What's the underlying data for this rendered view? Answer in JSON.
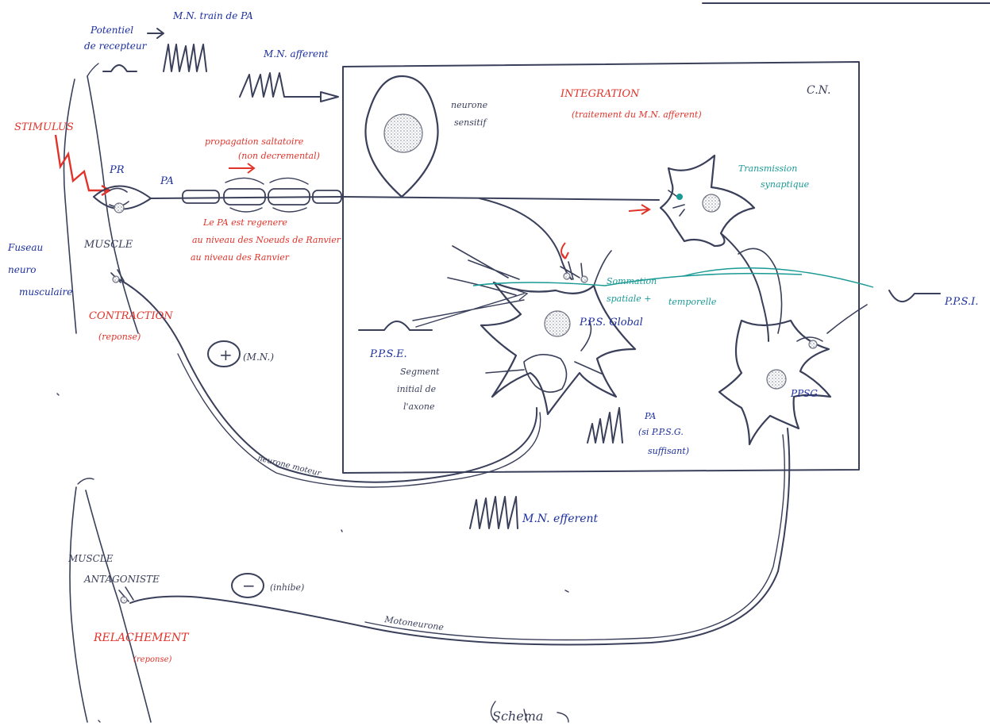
{
  "labels": {
    "potentiel_recepteur": [
      "Potentiel",
      "de recepteur"
    ],
    "mn_train": "M.N. train de PA",
    "mn_afferent_top": "M.N. afferent",
    "stimulus": "STIMULUS",
    "pr": "PR",
    "pa_axon": "PA",
    "fuseau": [
      "Fuseau",
      "neuro",
      "musculaire"
    ],
    "muscle": "MUSCLE",
    "contraction": [
      "CONTRACTION",
      "(reponse)"
    ],
    "propagation": [
      "propagation saltatoire",
      "(non decremental)"
    ],
    "pa_regenere": [
      "Le PA est regenere",
      "au niveau des Noeuds de Ranvier",
      "au niveau des Ranvier"
    ],
    "plus_sign": "+",
    "plus_note": "(M.N.)",
    "neurone_moteur": "neurone moteur",
    "cn": "C.N.",
    "integration": [
      "INTEGRATION",
      "(traitement du M.N. afferent)"
    ],
    "neurone_sensitif": [
      "neurone",
      "sensitif"
    ],
    "transmission": [
      "Transmission",
      "synaptique"
    ],
    "sommation": [
      "Sommation",
      "spatiale +",
      "temporelle"
    ],
    "ppsi": "P.P.S.I.",
    "pps_global": "P.P.S. Global",
    "ppse": "P.P.S.E.",
    "segment": [
      "Segment",
      "initial de",
      "l'axone"
    ],
    "pa_suffisant": [
      "PA",
      "(si P.P.S.G.",
      "suffisant)"
    ],
    "ppsg_right": "PPSG",
    "mn_efferent": "M.N. efferent",
    "muscle_antagoniste": [
      "MUSCLE",
      "ANTAGONISTE"
    ],
    "relachement": [
      "RELACHEMENT",
      "(reponse)"
    ],
    "minus_sign": "−",
    "minus_note": "(inhibe)",
    "motoneurone": "Motoneurone",
    "bottom_note": "Schema"
  },
  "colors": {
    "blue_ink": "#1c2f9e",
    "red_ink": "#e0342b",
    "teal_ink": "#1a9a95",
    "pencil": "#3a3f5a"
  }
}
